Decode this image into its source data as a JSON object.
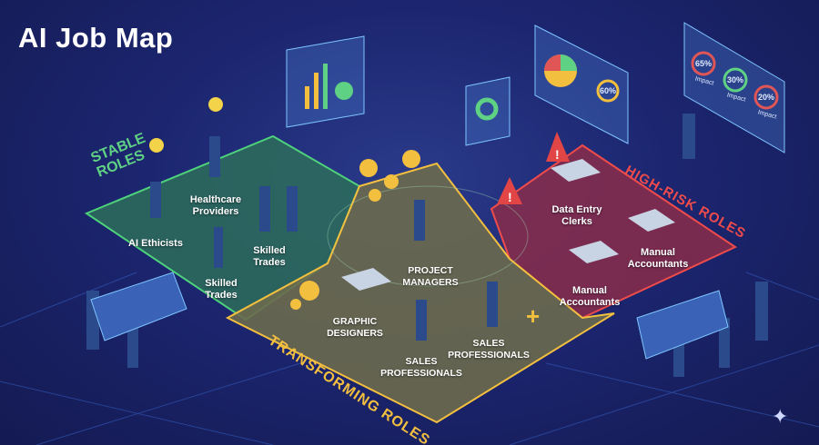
{
  "title": "AI Job Map",
  "zones": {
    "stable": {
      "label": "STABLE ROLES",
      "color": "#5fd184"
    },
    "transforming": {
      "label": "TRANSFORMING ROLES",
      "color": "#f3bf3f"
    },
    "high_risk": {
      "label": "HIGH-RISK ROLES",
      "color": "#ef4b4b"
    }
  },
  "stable_roles": [
    "AI Ethicists",
    "Healthcare Providers",
    "Skilled Trades",
    "Skilled Trades"
  ],
  "transforming_roles": [
    "PROJECT MANAGERS",
    "GRAPHIC DESIGNERS",
    "SALES PROFESSIONALS",
    "SALES PROFESSIONALS"
  ],
  "high_risk_roles": [
    "Data Entry Clerks",
    "Manual Accountants",
    "Manual Accountants"
  ],
  "panels": {
    "pie_panel_percent": "60%",
    "impact_label": "Impact",
    "impacts": [
      "65%",
      "30%",
      "20%"
    ]
  }
}
